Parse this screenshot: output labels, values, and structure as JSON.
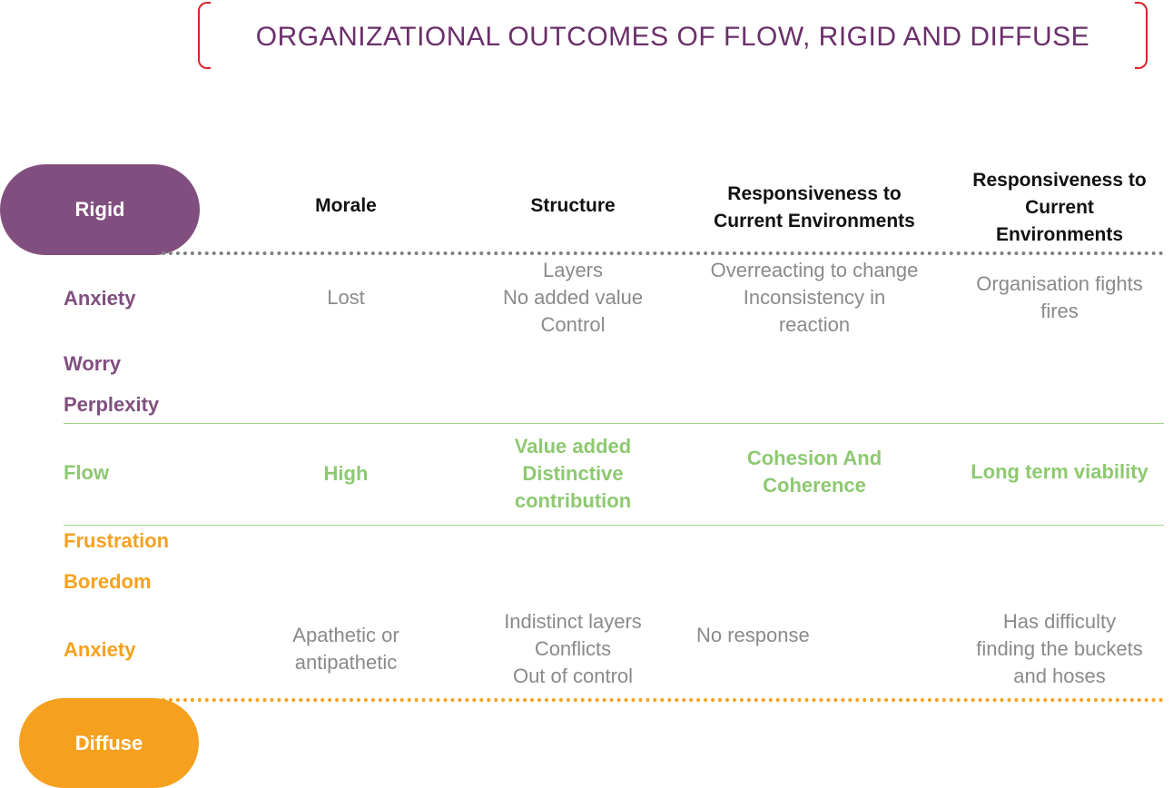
{
  "title": "ORGANIZATIONAL OUTCOMES OF FLOW, RIGID AND DIFFUSE",
  "colors": {
    "rigid": "#814f7f",
    "flow": "#8dc971",
    "diffuse": "#f5a11f",
    "frame": "#d6232a"
  },
  "pills": {
    "rigid": "Rigid",
    "diffuse": "Diffuse"
  },
  "headers": [
    "Morale",
    "Structure",
    "Responsiveness to\nCurrent Environments",
    "Responsiveness to\nCurrent\nEnvironments"
  ],
  "row_labels": {
    "rigid": [
      "Anxiety",
      "Worry",
      "Perplexity"
    ],
    "flow": [
      "Flow"
    ],
    "diffuse": [
      "Frustration",
      "Boredom",
      "Anxiety"
    ]
  },
  "rigid_cells": [
    "Lost",
    "Layers\nNo added value\nControl",
    "Overreacting to change\nInconsistency in\nreaction",
    "Organisation fights\nfires"
  ],
  "flow_cells": [
    "High",
    "Value added\nDistinctive\ncontribution",
    "Cohesion And\nCoherence",
    "Long term viability"
  ],
  "diffuse_cells": [
    "Apathetic or\nantipathetic",
    "Indistinct layers\nConflicts\nOut of control",
    "No response",
    "Has difficulty\nfinding the buckets\nand hoses"
  ]
}
